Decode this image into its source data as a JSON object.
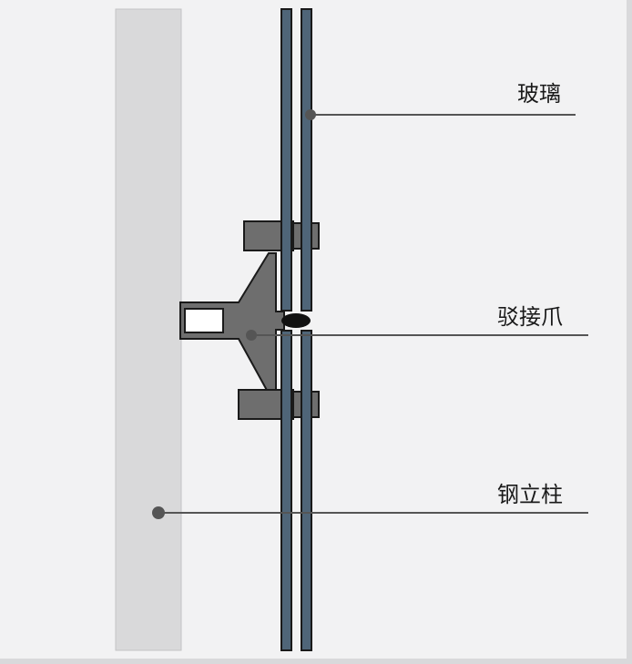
{
  "labels": {
    "glass": "玻璃",
    "spider_clamp": "驳接爪",
    "steel_column": "钢立柱"
  },
  "colors": {
    "background": "#f2f2f3",
    "steel_column_fill": "#d9d9da",
    "glass_fill": "#4f6578",
    "clamp_fill": "#6e6e6e",
    "leader_line": "#555555",
    "text": "#1a1a1a"
  }
}
